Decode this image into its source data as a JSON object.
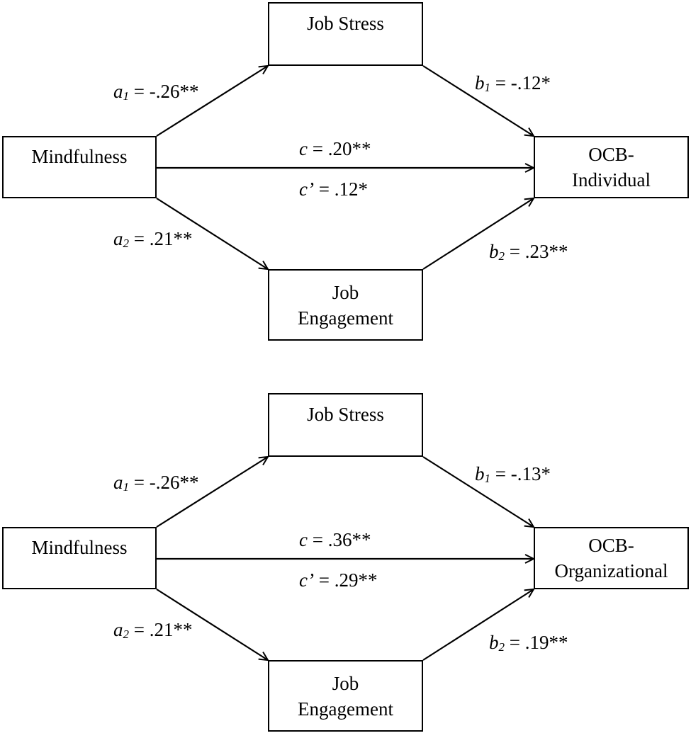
{
  "panels": [
    {
      "mediator1": "Job Stress",
      "predictor": "Mindfulness",
      "outcome_line1": "OCB-",
      "outcome_line2": "Individual",
      "mediator2_line1": "Job",
      "mediator2_line2": "Engagement",
      "a1": {
        "sym": "a",
        "sub": "1",
        "val": " = -.26**"
      },
      "b1": {
        "sym": "b",
        "sub": "1",
        "val": " = -.12*"
      },
      "c": {
        "sym": "c",
        "val": " = .20**"
      },
      "cp": {
        "sym": "c’",
        "val": " = .12*"
      },
      "a2": {
        "sym": "a",
        "sub": "2",
        "val": " = .21**"
      },
      "b2": {
        "sym": "b",
        "sub": "2",
        "val": " = .23**"
      }
    },
    {
      "mediator1": "Job Stress",
      "predictor": "Mindfulness",
      "outcome_line1": "OCB-",
      "outcome_line2": "Organizational",
      "mediator2_line1": "Job",
      "mediator2_line2": "Engagement",
      "a1": {
        "sym": "a",
        "sub": "1",
        "val": " = -.26**"
      },
      "b1": {
        "sym": "b",
        "sub": "1",
        "val": " = -.13*"
      },
      "c": {
        "sym": "c",
        "val": " = .36**"
      },
      "cp": {
        "sym": "c’",
        "val": " = .29**"
      },
      "a2": {
        "sym": "a",
        "sub": "2",
        "val": " = .21**"
      },
      "b2": {
        "sym": "b",
        "sub": "2",
        "val": " = .19**"
      }
    }
  ]
}
